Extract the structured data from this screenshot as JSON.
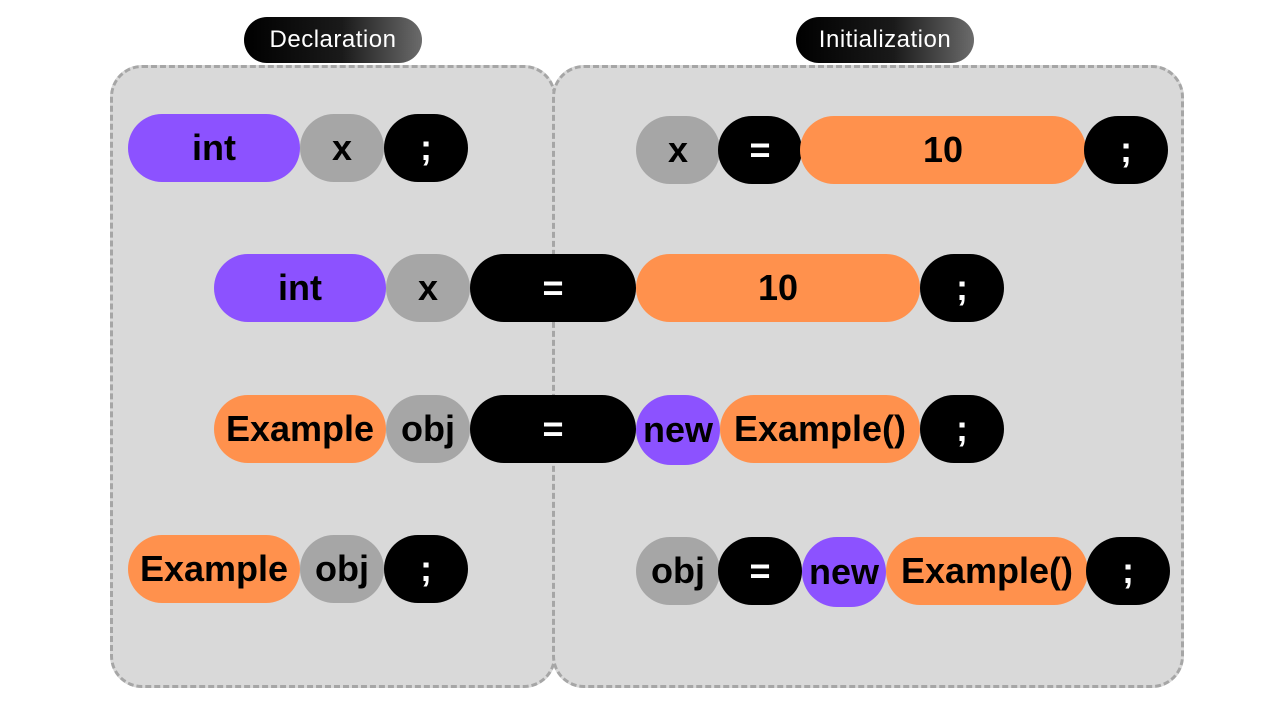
{
  "labels": {
    "declaration": "Declaration",
    "initialization": "Initialization"
  },
  "rows": {
    "decl_int": [
      "int",
      "x",
      ";"
    ],
    "init_int": [
      "x",
      "=",
      "10",
      ";"
    ],
    "full_int": [
      "int",
      "x",
      "=",
      "10",
      ";"
    ],
    "full_obj": [
      "Example",
      "obj",
      "=",
      "new",
      "Example()",
      ";"
    ],
    "decl_obj": [
      "Example",
      "obj",
      ";"
    ],
    "init_obj": [
      "obj",
      "=",
      "new",
      "Example()",
      ";"
    ]
  },
  "colors": {
    "type_keyword": "#8c52ff",
    "identifier": "#a6a6a6",
    "operator": "#000000",
    "value": "#ff914d",
    "region": "#d9d9d9",
    "region_border": "#a6a6a6"
  }
}
